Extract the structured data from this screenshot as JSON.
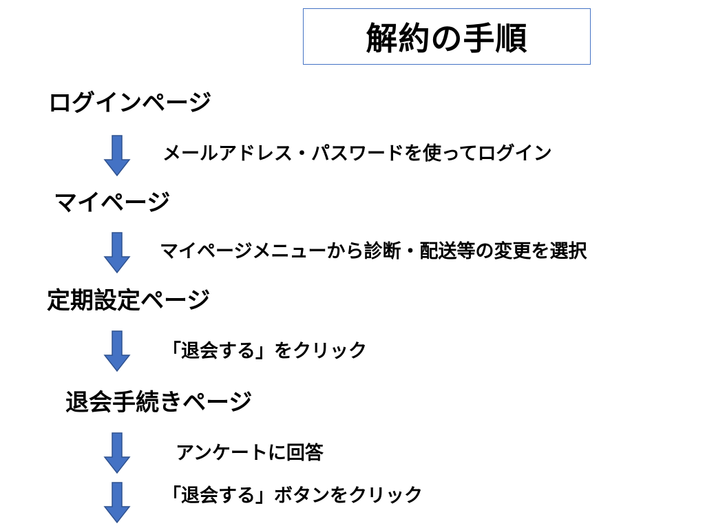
{
  "title": "解約の手順",
  "colors": {
    "arrow_fill": "#4472C4",
    "arrow_stroke": "#2F528F",
    "title_border": "#4472C4"
  },
  "steps": [
    {
      "label": "ログインページ",
      "action": "メールアドレス・パスワードを使ってログイン"
    },
    {
      "label": "マイページ",
      "action": "マイページメニューから診断・配送等の変更を選択"
    },
    {
      "label": "定期設定ページ",
      "action": "「退会する」をクリック"
    },
    {
      "label": "退会手続きページ",
      "action": "アンケートに回答"
    }
  ],
  "final_action": "「退会する」ボタンをクリック"
}
